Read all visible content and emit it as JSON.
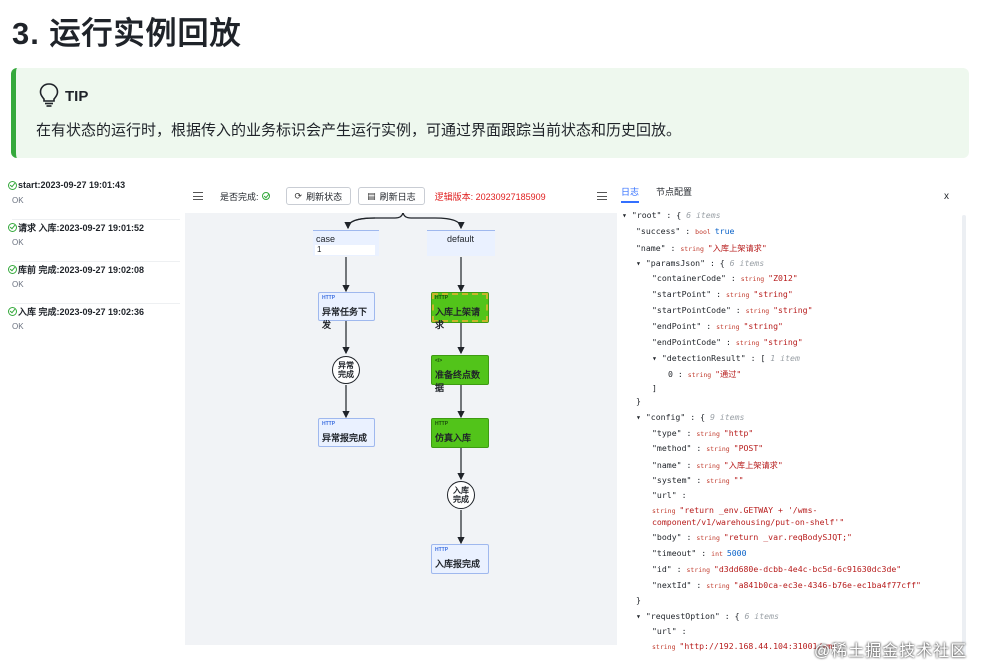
{
  "page": {
    "title": "3. 运行实例回放"
  },
  "tip": {
    "label": "TIP",
    "text": "在有状态的运行时，根据传入的业务标识会产生运行实例，可通过界面跟踪当前状态和历史回放。"
  },
  "history": [
    {
      "title": "start:2023-09-27 19:01:43",
      "status": "OK"
    },
    {
      "title": "请求 入库:2023-09-27 19:01:52",
      "status": "OK"
    },
    {
      "title": "库前 完成:2023-09-27 19:02:08",
      "status": "OK"
    },
    {
      "title": "入库 完成:2023-09-27 19:02:36",
      "status": "OK"
    }
  ],
  "toolbar": {
    "done_label": "是否完成:",
    "refresh_state": "刷新状态",
    "refresh_log": "刷新日志",
    "version": "逻辑版本: 20230927185909"
  },
  "flow": {
    "case_label": "case",
    "case_value": "1",
    "default_label": "default",
    "tag_http": "HTTP",
    "tag_code": "</>",
    "left_nodes": [
      "异常任务下发",
      "异常报完成"
    ],
    "left_circle": [
      "异常",
      "完成"
    ],
    "right_nodes": [
      "入库上架请求",
      "准备终点数据",
      "仿真入库",
      "入库报完成"
    ],
    "right_circle": [
      "入库",
      "完成"
    ]
  },
  "panel": {
    "tabs": [
      "日志",
      "节点配置"
    ],
    "close": "x"
  },
  "json_lines": [
    {
      "t": "▾ \"root\" : {",
      "c": "6 items"
    },
    {
      "k": "\"success\" :",
      "ty": "bool",
      "v": "true",
      "vc": "bl"
    },
    {
      "k": "\"name\" :",
      "ty": "string",
      "v": "\"入库上架请求\""
    },
    {
      "t": "▾ \"paramsJson\" : {",
      "c": "6 items"
    },
    {
      "k": "\"containerCode\" :",
      "ty": "string",
      "v": "\"Z012\""
    },
    {
      "k": "\"startPoint\" :",
      "ty": "string",
      "v": "\"string\""
    },
    {
      "k": "\"startPointCode\" :",
      "ty": "string",
      "v": "\"string\""
    },
    {
      "k": "\"endPoint\" :",
      "ty": "string",
      "v": "\"string\""
    },
    {
      "k": "\"endPointCode\" :",
      "ty": "string",
      "v": "\"string\""
    },
    {
      "t": "▾ \"detectionResult\" : [",
      "c": "1 item"
    },
    {
      "k": "0 :",
      "ty": "string",
      "v": "\"通过\""
    },
    {
      "t": "]"
    },
    {
      "t": "}"
    },
    {
      "t": "▾ \"config\" : {",
      "c": "9 items"
    },
    {
      "k": "\"type\" :",
      "ty": "string",
      "v": "\"http\""
    },
    {
      "k": "\"method\" :",
      "ty": "string",
      "v": "\"POST\""
    },
    {
      "k": "\"name\" :",
      "ty": "string",
      "v": "\"入库上架请求\""
    },
    {
      "k": "\"system\" :",
      "ty": "string",
      "v": "\"\""
    },
    {
      "k": "\"url\" :"
    },
    {
      "k": "",
      "ty": "string",
      "v": "\"return _env.GETWAY + '/wms-"
    },
    {
      "k": "",
      "v": "component/v1/warehousing/put-on-shelf'\""
    },
    {
      "k": "\"body\" :",
      "ty": "string",
      "v": "\"return _var.reqBodySJQT;\""
    },
    {
      "k": "\"timeout\" :",
      "ty": "int",
      "v": "5000",
      "vc": "bl"
    },
    {
      "k": "\"id\" :",
      "ty": "string",
      "v": "\"d3dd680e-dcbb-4e4c-bc5d-6c91630dc3de\""
    },
    {
      "k": "\"nextId\" :",
      "ty": "string",
      "v": "\"a841b0ca-ec3e-4346-b76e-ec1ba4f77cff\""
    },
    {
      "t": "}"
    },
    {
      "t": "▾ \"requestOption\" : {",
      "c": "6 items"
    },
    {
      "k": "\"url\" :"
    },
    {
      "k": "",
      "ty": "string",
      "v": "\"http://192.168.44.104:31001/wms-"
    }
  ],
  "watermark": "@稀土掘金技术社区"
}
